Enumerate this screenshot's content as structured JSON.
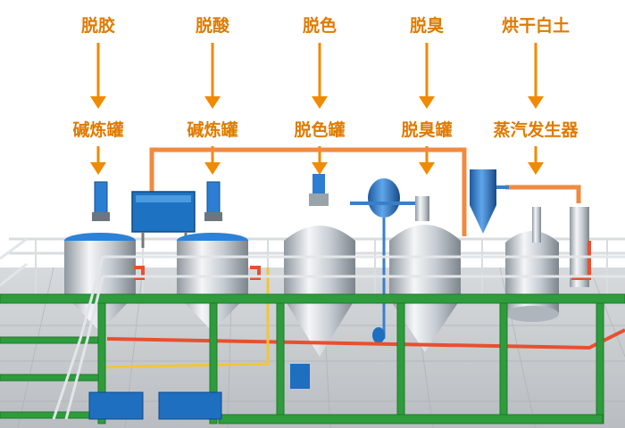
{
  "process_steps": [
    {
      "step": "脱胶",
      "equipment": "碱炼罐"
    },
    {
      "step": "脱酸",
      "equipment": "碱炼罐"
    },
    {
      "step": "脱色",
      "equipment": "脱色罐"
    },
    {
      "step": "脱臭",
      "equipment": "脱臭罐"
    },
    {
      "step": "烘干白土",
      "equipment": "蒸汽发生器"
    }
  ],
  "colors": {
    "label": "#e07a00",
    "arrow": "#f08a00",
    "frame": "#2e9c3c",
    "pipe_hot": "#e8502f",
    "pipe_orange": "#f08a40",
    "pipe_blue": "#3b7fc9",
    "tank": "#cfd5db",
    "floor": "#c9ccd0"
  }
}
